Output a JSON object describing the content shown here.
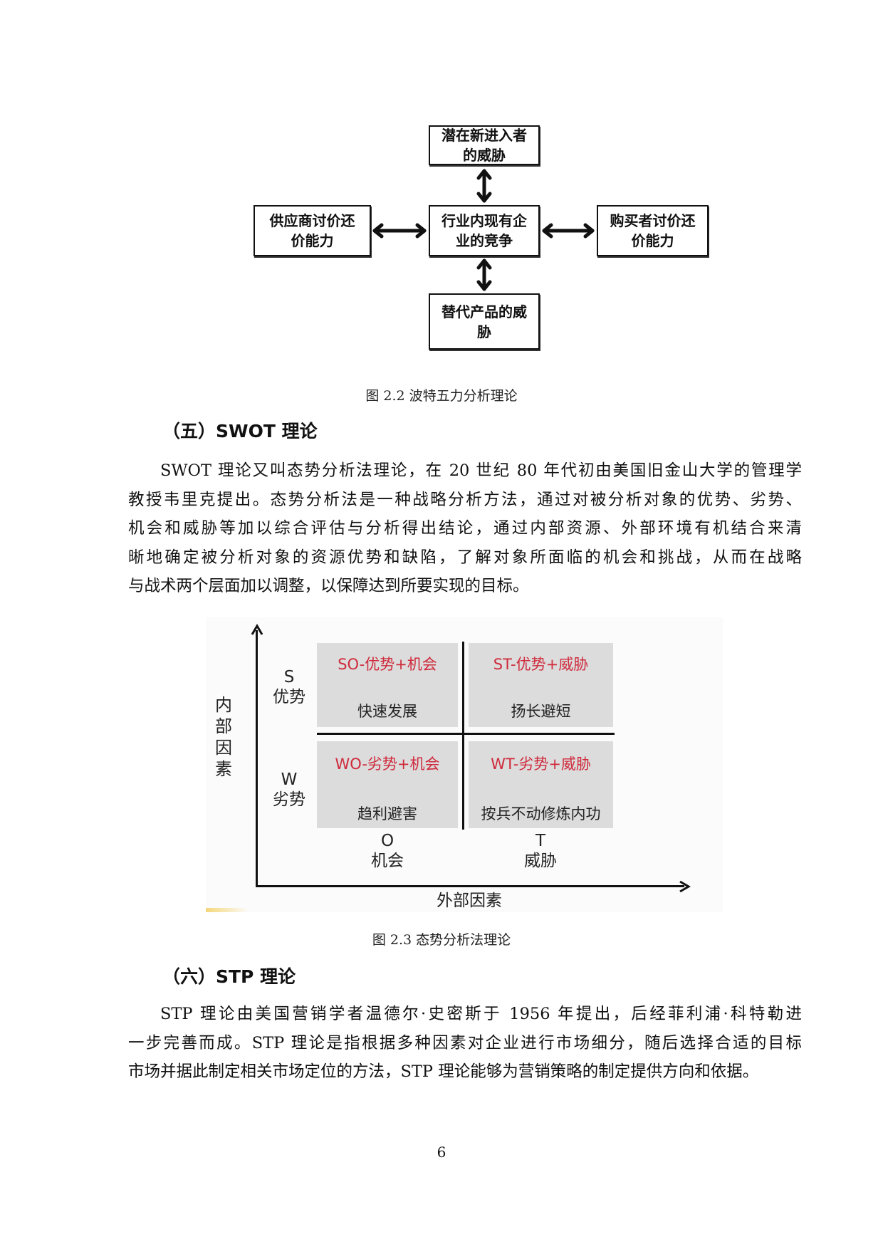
{
  "figure_porter": {
    "boxes": {
      "top": {
        "line1": "潜在新进入者",
        "line2": "的威胁"
      },
      "left": {
        "line1": "供应商讨价还",
        "line2": "价能力"
      },
      "center": {
        "line1": "行业内现有企",
        "line2": "业的竞争"
      },
      "right": {
        "line1": "购买者讨价还",
        "line2": "价能力"
      },
      "bottom": {
        "line1": "替代产品的威",
        "line2": "胁"
      }
    },
    "caption": "图 2.2 波特五力分析理论"
  },
  "section5": {
    "heading": "（五）SWOT 理论",
    "paragraph_lines": [
      "SWOT 理论又叫态势分析法理论，在 20 世纪 80 年代初由美国旧金山大学的管理学",
      "教授韦里克提出。态势分析法是一种战略分析方法，通过对被分析对象的优势、劣势、",
      "机会和威胁等加以综合评估与分析得出结论，通过内部资源、外部环境有机结合来清",
      "晰地确定被分析对象的资源优势和缺陷，了解对象所面临的机会和挑战，从而在战略",
      "与战术两个层面加以调整，以保障达到所要实现的目标。"
    ]
  },
  "figure_swot": {
    "y_axis_label": [
      "内",
      "部",
      "因",
      "素"
    ],
    "x_axis_label": "外部因素",
    "row_labels": [
      {
        "letter": "S",
        "name": "优势"
      },
      {
        "letter": "W",
        "name": "劣势"
      }
    ],
    "col_labels": [
      {
        "letter": "O",
        "name": "机会"
      },
      {
        "letter": "T",
        "name": "威胁"
      }
    ],
    "quadrants": {
      "so": {
        "title": "SO-优势+机会",
        "desc": "快速发展"
      },
      "st": {
        "title": "ST-优势+威胁",
        "desc": "扬长避短"
      },
      "wo": {
        "title": "WO-劣势+机会",
        "desc": "趋利避害"
      },
      "wt": {
        "title": "WT-劣势+威胁",
        "desc": "按兵不动修炼内功"
      }
    },
    "colors": {
      "quadrant_bg": "#dcdcdc",
      "title_red": "#cf2a3c"
    },
    "caption": "图 2.3 态势分析法理论"
  },
  "section6": {
    "heading": "（六）STP 理论",
    "paragraph_lines": [
      "STP 理论由美国营销学者温德尔·史密斯于 1956 年提出，后经菲利浦·科特勒进",
      "一步完善而成。STP 理论是指根据多种因素对企业进行市场细分，随后选择合适的目标",
      "市场并据此制定相关市场定位的方法，STP 理论能够为营销策略的制定提供方向和依据。"
    ]
  },
  "page_number": "6"
}
